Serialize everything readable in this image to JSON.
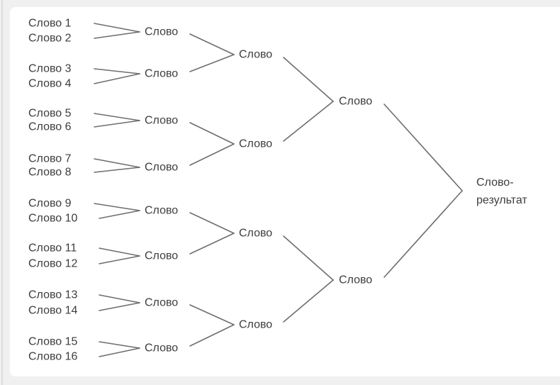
{
  "tree": {
    "leaves": [
      "Слово 1",
      "Слово 2",
      "Слово 3",
      "Слово 4",
      "Слово 5",
      "Слово 6",
      "Слово 7",
      "Слово 8",
      "Слово 9",
      "Слово 10",
      "Слово 11",
      "Слово 12",
      "Слово 13",
      "Слово 14",
      "Слово 15",
      "Слово 16"
    ],
    "round2_nodes": [
      "Слово",
      "Слово",
      "Слово",
      "Слово",
      "Слово",
      "Слово",
      "Слово",
      "Слово"
    ],
    "round3_nodes": [
      "Слово",
      "Слово",
      "Слово",
      "Слово"
    ],
    "round4_nodes": [
      "Слово",
      "Слово"
    ],
    "result": "Слово-результат"
  },
  "colors": {
    "edge": "#6e6e6e",
    "text": "#3d3d3d",
    "frame": "#f0f0f0",
    "canvas": "#ffffff"
  }
}
